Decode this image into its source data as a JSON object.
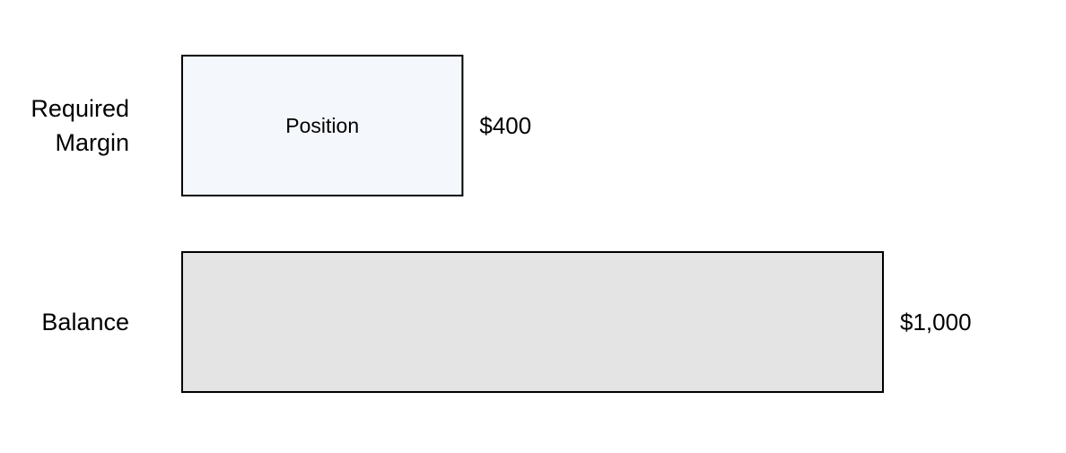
{
  "chart_data": {
    "type": "bar",
    "orientation": "horizontal",
    "categories": [
      {
        "label_lines": [
          "Required",
          "Margin"
        ]
      },
      {
        "label_lines": [
          "Balance"
        ]
      }
    ],
    "values": [
      400,
      1000
    ],
    "value_labels": [
      "$400",
      "$1,000"
    ],
    "bar_labels": [
      "Position",
      ""
    ],
    "bar_colors": [
      "#f4f8fd",
      "#e4e4e4"
    ],
    "stroke_color": "#000000",
    "xlim": [
      0,
      1000
    ],
    "grid": false,
    "legend": "none"
  }
}
